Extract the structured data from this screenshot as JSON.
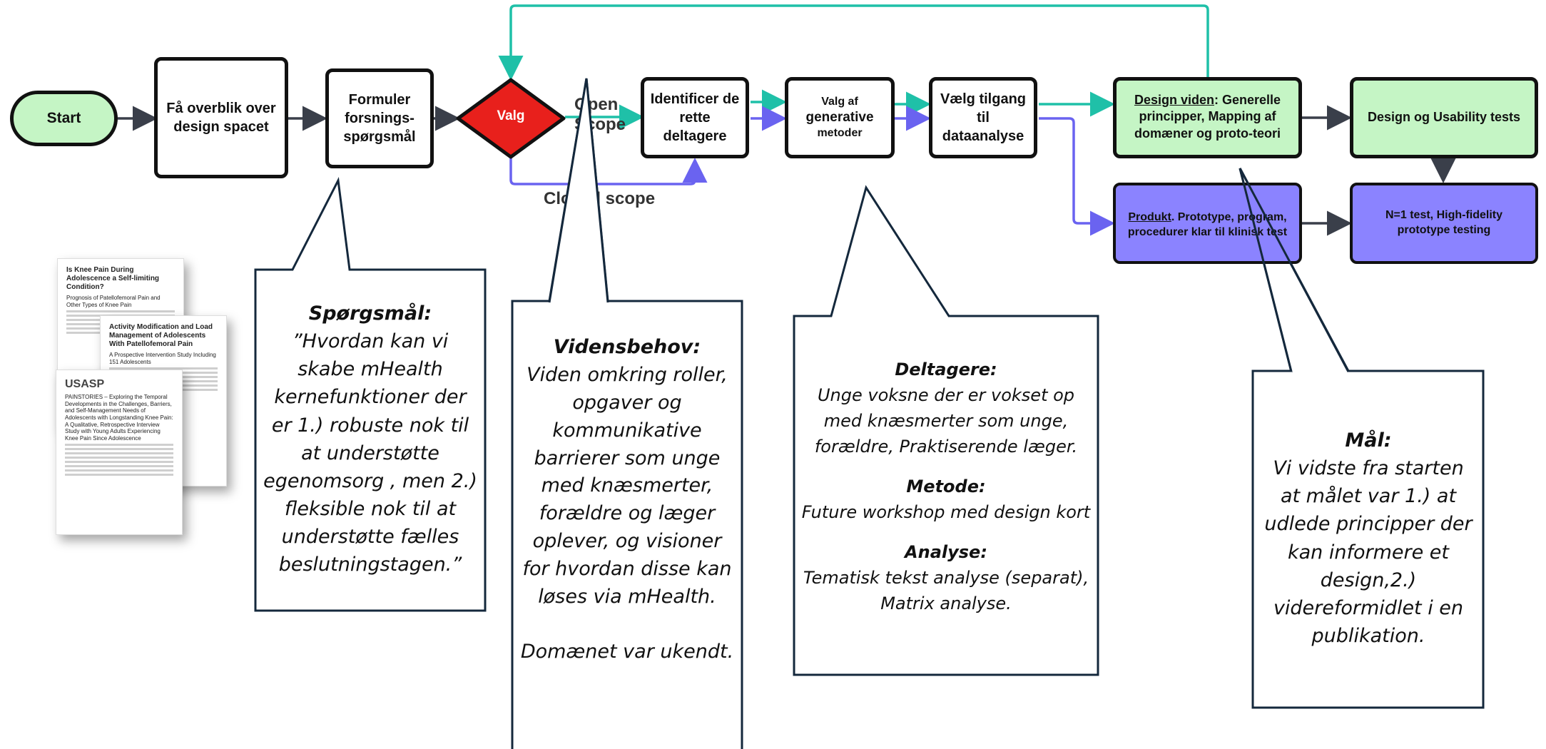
{
  "nodes": {
    "start": "Start",
    "overblik": "Få overblik over design spacet",
    "formuler": "Formuler forsnings-spørgsmål",
    "valg": "Valg",
    "identificer": "Identificer de rette deltagere",
    "valg_generative_line1": "Valg af",
    "valg_generative_line2": "generative",
    "valg_generative_line3": "metoder",
    "vaelg_tilgang": "Vælg tilgang til dataanalyse",
    "design_viden_title": "Design viden",
    "design_viden_rest": ": Generelle principper, Mapping af domæner og proto-teori",
    "design_usability": "Design og Usability tests",
    "produkt_title": "Produkt",
    "produkt_rest": ". Prototype, program, procedurer klar til klinisk test",
    "n1_test": "N=1 test,  High-fidelity prototype testing"
  },
  "flow_labels": {
    "open_scope": "Open Scope",
    "closed_scope": "Closed scope"
  },
  "callouts": {
    "sporgsmal": {
      "heading": "Spørgsmål:",
      "body": "”Hvordan kan vi skabe mHealth kernefunktioner der er 1.) robuste nok til at understøtte egenomsorg , men 2.) fleksible nok til at understøtte fælles beslutningstagen.”"
    },
    "vidensbehov": {
      "heading": "Vidensbehov:",
      "body": "Viden omkring roller, opgaver og kommunikative barrierer som unge med knæsmerter, forældre og læger oplever, og visioner for hvordan disse kan løses via mHealth.",
      "note": "Domænet var ukendt."
    },
    "deltagere": {
      "h1": "Deltagere:",
      "b1": "Unge voksne der er vokset op med knæsmerter som unge, forældre, Praktiserende læger.",
      "h2": "Metode:",
      "b2": "Future workshop med design kort",
      "h3": "Analyse:",
      "b3": "Tematisk tekst analyse (separat), Matrix analyse."
    },
    "maal": {
      "heading": "Mål:",
      "body": "Vi vidste fra starten at målet var 1.) at udlede principper der kan informere et design,2.) videreformidlet i en publikation."
    }
  },
  "papers": [
    {
      "title": "Is Knee Pain During Adolescence a Self-limiting Condition?",
      "subtitle": "Prognosis of Patellofemoral Pain and Other Types of Knee Pain"
    },
    {
      "title": "Activity Modification and Load Management of Adolescents With Patellofemoral Pain",
      "subtitle": "A Prospective Intervention Study Including 151 Adolescents"
    },
    {
      "title": "USASP",
      "subtitle": "PAINSTORIES – Exploring the Temporal Developments in the Challenges, Barriers, and Self-Management Needs of Adolescents with Longstanding Knee Pain: A Qualitative, Retrospective Interview Study with Young Adults Experiencing Knee Pain Since Adolescence"
    }
  ],
  "colors": {
    "teal": "#1fc0a8",
    "purple": "#6a63f0",
    "dark": "#3a3f4a",
    "green_fill": "#c5f5c5",
    "purple_fill": "#8b83ff",
    "red_fill": "#e8201c",
    "callout_border": "#14283c"
  }
}
